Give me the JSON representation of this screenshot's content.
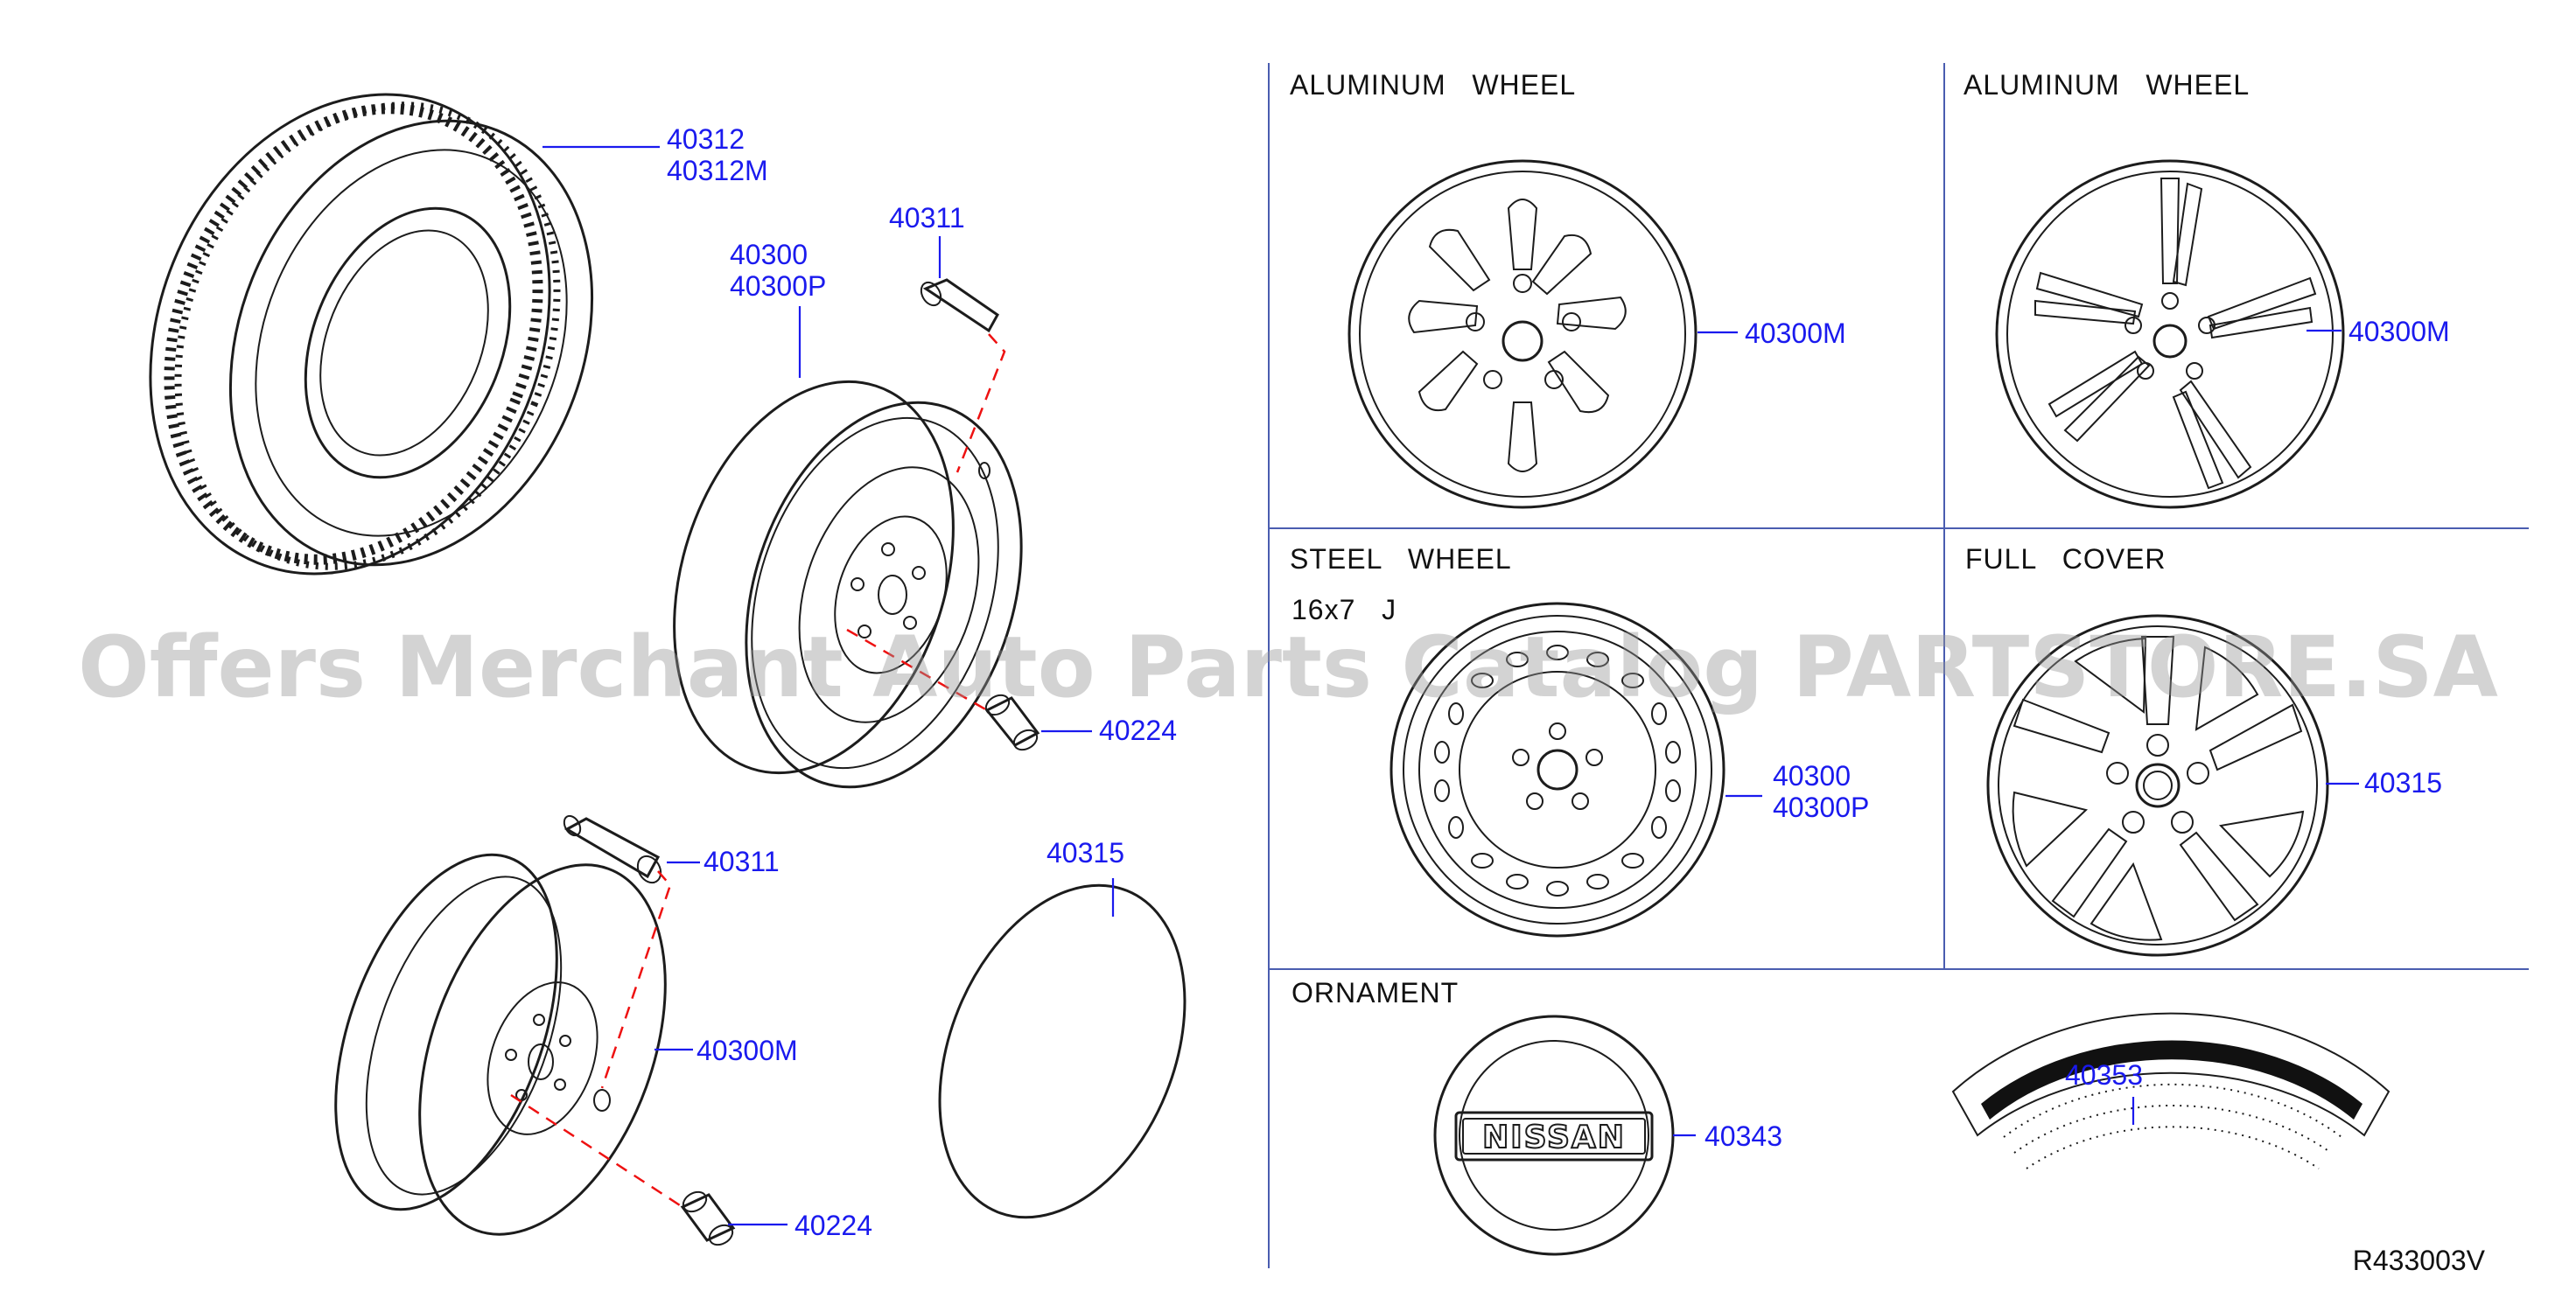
{
  "watermark": "Offers Merchant Auto Parts Catalog PARTSTORE.SA",
  "panels": {
    "aluminum_wheel_1": "ALUMINUM   WHEEL",
    "aluminum_wheel_2": "ALUMINUM   WHEEL",
    "steel_wheel": "STEEL   WHEEL",
    "steel_size": "16x7   J",
    "full_cover": "FULL   COVER",
    "ornament": "ORNAMENT"
  },
  "callouts": {
    "tire_a": "40312",
    "tire_b": "40312M",
    "valve_top": "40311",
    "steel_wheel_a": "40300",
    "steel_wheel_b": "40300P",
    "nut_top": "40224",
    "valve_bottom": "40311",
    "alloy_wheel": "40300M",
    "nut_bottom": "40224",
    "cover_disc": "40315",
    "alu1": "40300M",
    "alu2": "40300M",
    "steel_panel_a": "40300",
    "steel_panel_b": "40300P",
    "full_cover_panel": "40315",
    "ornament_cap": "40343",
    "label_sticker": "40353"
  },
  "ornament_logo": "NISSAN",
  "diagram_code": "R433003V",
  "colors": {
    "callout": "#1a1aee",
    "dashed_guide": "#ee1111",
    "divider": "#4a5db0"
  }
}
